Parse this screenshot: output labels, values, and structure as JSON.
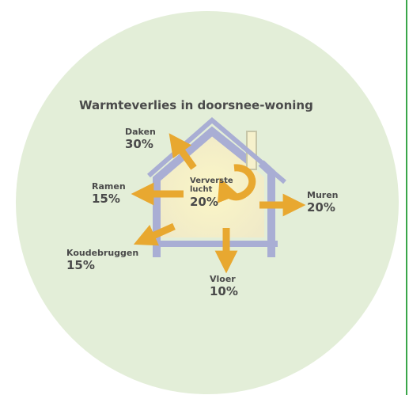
{
  "title": "Warmteverlies in doorsnee-woning",
  "colors": {
    "circle": "#e3eed8",
    "house_wall": "#a9aed4",
    "house_fill": "#f7f2c8",
    "arrow": "#e8a830",
    "frame_line": "#3aa64a"
  },
  "items": [
    {
      "id": "daken",
      "label": "Daken",
      "percent": "30%"
    },
    {
      "id": "ramen",
      "label": "Ramen",
      "percent": "15%"
    },
    {
      "id": "koudebruggen",
      "label": "Koudebruggen",
      "percent": "15%"
    },
    {
      "id": "ververste-lucht",
      "label_lines": [
        "Ververste",
        "lucht"
      ],
      "percent": "20%"
    },
    {
      "id": "muren",
      "label": "Muren",
      "percent": "20%"
    },
    {
      "id": "vloer",
      "label": "Vloer",
      "percent": "10%"
    }
  ]
}
